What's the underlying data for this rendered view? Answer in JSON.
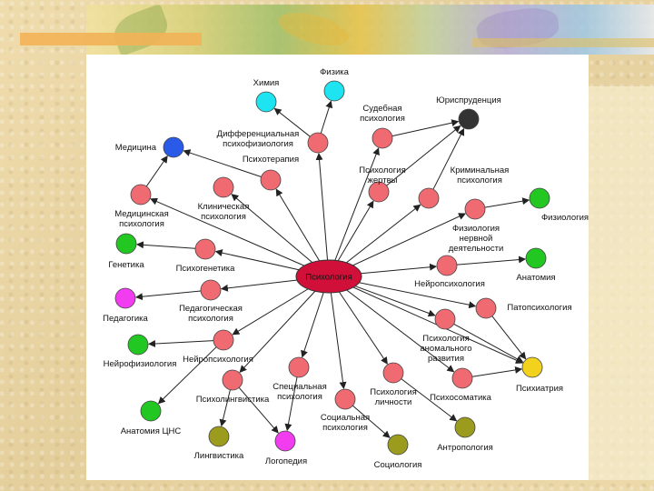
{
  "center": {
    "label": "Психология",
    "color": "#d01038"
  },
  "nodes": [
    {
      "id": "himiya",
      "label": [
        "Химия"
      ],
      "color": "#1ee3f0"
    },
    {
      "id": "fizika",
      "label": [
        "Физика"
      ],
      "color": "#1ee3f0"
    },
    {
      "id": "medicina",
      "label": [
        "Медицина"
      ],
      "color": "#2a5ae8"
    },
    {
      "id": "yurisprud",
      "label": [
        "Юриспруденция"
      ],
      "color": "#333333"
    },
    {
      "id": "sudebnaya",
      "label": [
        "Судебная",
        "психология"
      ],
      "color": "#f06a72"
    },
    {
      "id": "diff",
      "label": [
        "Дифференциальная",
        "психофизиология"
      ],
      "color": "#f06a72"
    },
    {
      "id": "psihoterapiya",
      "label": [
        "Психотерапия"
      ],
      "color": "#f06a72"
    },
    {
      "id": "zhertvy",
      "label": [
        "Психология",
        "жертвы"
      ],
      "color": "#f06a72"
    },
    {
      "id": "kriminal",
      "label": [
        "Криминальная",
        "психология"
      ],
      "color": "#f06a72"
    },
    {
      "id": "medpsih",
      "label": [
        "Медицинская",
        "психология"
      ],
      "color": "#f06a72"
    },
    {
      "id": "klin",
      "label": [
        "Клиническая",
        "психология"
      ],
      "color": "#f06a72"
    },
    {
      "id": "fiziologiya",
      "label": [
        "Физиология"
      ],
      "color": "#22c722"
    },
    {
      "id": "gnd",
      "label": [
        "Физиология",
        "нервной",
        "деятельности"
      ],
      "color": "#f06a72"
    },
    {
      "id": "genetika",
      "label": [
        "Генетика"
      ],
      "color": "#22c722"
    },
    {
      "id": "psihogenetika",
      "label": [
        "Психогенетика"
      ],
      "color": "#f06a72"
    },
    {
      "id": "anatomiya",
      "label": [
        "Анатомия"
      ],
      "color": "#22c722"
    },
    {
      "id": "neiropsih1",
      "label": [
        "Нейропсихология"
      ],
      "color": "#f06a72"
    },
    {
      "id": "pedagogika",
      "label": [
        "Педагогика"
      ],
      "color": "#f23cef"
    },
    {
      "id": "pedpsih",
      "label": [
        "Педагогическая",
        "психология"
      ],
      "color": "#f06a72"
    },
    {
      "id": "patopsih",
      "label": [
        "Патопсихология"
      ],
      "color": "#f06a72"
    },
    {
      "id": "anomal",
      "label": [
        "Психология",
        "аномального",
        "развития"
      ],
      "color": "#f06a72"
    },
    {
      "id": "neirofiz",
      "label": [
        "Нейрофизиология"
      ],
      "color": "#22c722"
    },
    {
      "id": "neiropsih2",
      "label": [
        "Нейропсихология"
      ],
      "color": "#f06a72"
    },
    {
      "id": "psihiatriya",
      "label": [
        "Психиатрия"
      ],
      "color": "#f2d21c"
    },
    {
      "id": "specpsih",
      "label": [
        "Специальная",
        "психология"
      ],
      "color": "#f06a72"
    },
    {
      "id": "lichnost",
      "label": [
        "Психология",
        "личности"
      ],
      "color": "#f06a72"
    },
    {
      "id": "psihosomat",
      "label": [
        "Психосоматика"
      ],
      "color": "#f06a72"
    },
    {
      "id": "psiholing",
      "label": [
        "Психолингвистика"
      ],
      "color": "#f06a72"
    },
    {
      "id": "socpsih",
      "label": [
        "Социальная",
        "психология"
      ],
      "color": "#f06a72"
    },
    {
      "id": "anatcns",
      "label": [
        "Анатомия ЦНС"
      ],
      "color": "#22c722"
    },
    {
      "id": "lingvistika",
      "label": [
        "Лингвистика"
      ],
      "color": "#9b9b1e"
    },
    {
      "id": "logopediya",
      "label": [
        "Логопедия"
      ],
      "color": "#f23cef"
    },
    {
      "id": "antropologiya",
      "label": [
        "Антропология"
      ],
      "color": "#9b9b1e"
    },
    {
      "id": "sociologiya",
      "label": [
        "Социология"
      ],
      "color": "#9b9b1e"
    }
  ],
  "edges": [
    [
      "center",
      "diff"
    ],
    [
      "center",
      "sudebnaya"
    ],
    [
      "center",
      "psihoterapiya"
    ],
    [
      "center",
      "zhertvy"
    ],
    [
      "center",
      "kriminal"
    ],
    [
      "center",
      "medpsih"
    ],
    [
      "center",
      "klin"
    ],
    [
      "center",
      "gnd"
    ],
    [
      "center",
      "psihogenetika"
    ],
    [
      "center",
      "neiropsih1"
    ],
    [
      "center",
      "pedpsih"
    ],
    [
      "center",
      "patopsih"
    ],
    [
      "center",
      "anomal"
    ],
    [
      "center",
      "neiropsih2"
    ],
    [
      "center",
      "specpsih"
    ],
    [
      "center",
      "lichnost"
    ],
    [
      "center",
      "psihosomat"
    ],
    [
      "center",
      "psiholing"
    ],
    [
      "center",
      "socpsih"
    ],
    [
      "diff",
      "himiya"
    ],
    [
      "diff",
      "fizika"
    ],
    [
      "sudebnaya",
      "yurisprud"
    ],
    [
      "zhertvy",
      "yurisprud"
    ],
    [
      "kriminal",
      "yurisprud"
    ],
    [
      "psihoterapiya",
      "medicina"
    ],
    [
      "medpsih",
      "medicina"
    ],
    [
      "gnd",
      "fiziologiya"
    ],
    [
      "psihogenetika",
      "genetika"
    ],
    [
      "neiropsih1",
      "anatomiya"
    ],
    [
      "pedpsih",
      "pedagogika"
    ],
    [
      "neiropsih2",
      "neirofiz"
    ],
    [
      "neiropsih2",
      "anatcns"
    ],
    [
      "patopsih",
      "psihiatriya"
    ],
    [
      "anomal",
      "psihiatriya"
    ],
    [
      "psihosomat",
      "psihiatriya"
    ],
    [
      "center",
      "psihiatriya"
    ],
    [
      "psiholing",
      "lingvistika"
    ],
    [
      "psiholing",
      "logopediya"
    ],
    [
      "specpsih",
      "logopediya"
    ],
    [
      "lichnost",
      "antropologiya"
    ],
    [
      "socpsih",
      "sociologiya"
    ]
  ]
}
